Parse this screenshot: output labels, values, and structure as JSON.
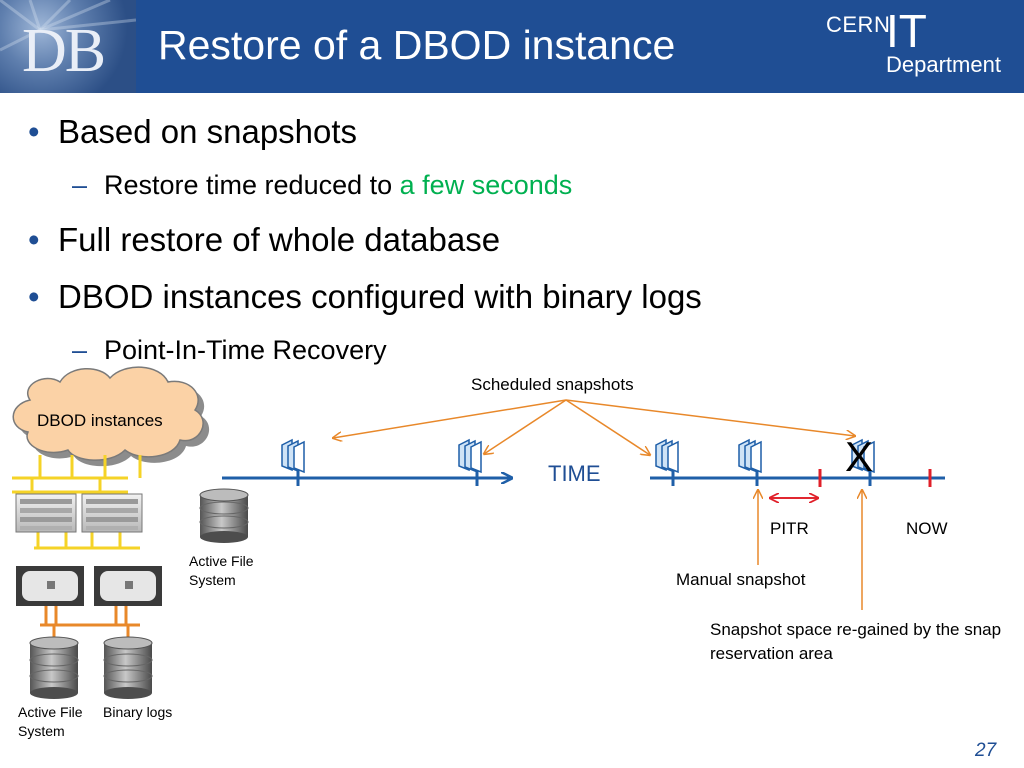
{
  "header": {
    "logo_text": "DB",
    "title": "Restore of a DBOD instance",
    "org_small": "CERN",
    "org_big": "IT",
    "org_dept": "Department"
  },
  "bullets": {
    "b1": "Based on snapshots",
    "b1_sub_prefix": "Restore time reduced to ",
    "b1_sub_highlight": "a few seconds",
    "b2": "Full restore of whole database",
    "b3": "DBOD instances configured with binary logs",
    "b3_sub": "Point-In-Time Recovery"
  },
  "diagram": {
    "cloud_label": "DBOD instances",
    "active_fs_label_1": "Active File System",
    "active_fs_label_2": "Active File System",
    "binary_logs_label": "Binary logs",
    "scheduled_label": "Scheduled snapshots",
    "time_label": "TIME",
    "x_mark": "X",
    "pitr_label": "PITR",
    "now_label": "NOW",
    "manual_label": "Manual snapshot",
    "regained_label": "Snapshot space re-gained by the snap reservation area"
  },
  "colors": {
    "header_bg": "#1f4e94",
    "timeline": "#1f5fa8",
    "arrow_orange": "#e8882a",
    "marker_red": "#e0202a",
    "highlight_green": "#00b050",
    "cloud_fill": "#fbd2a6"
  },
  "footer": {
    "page_number": "27"
  }
}
